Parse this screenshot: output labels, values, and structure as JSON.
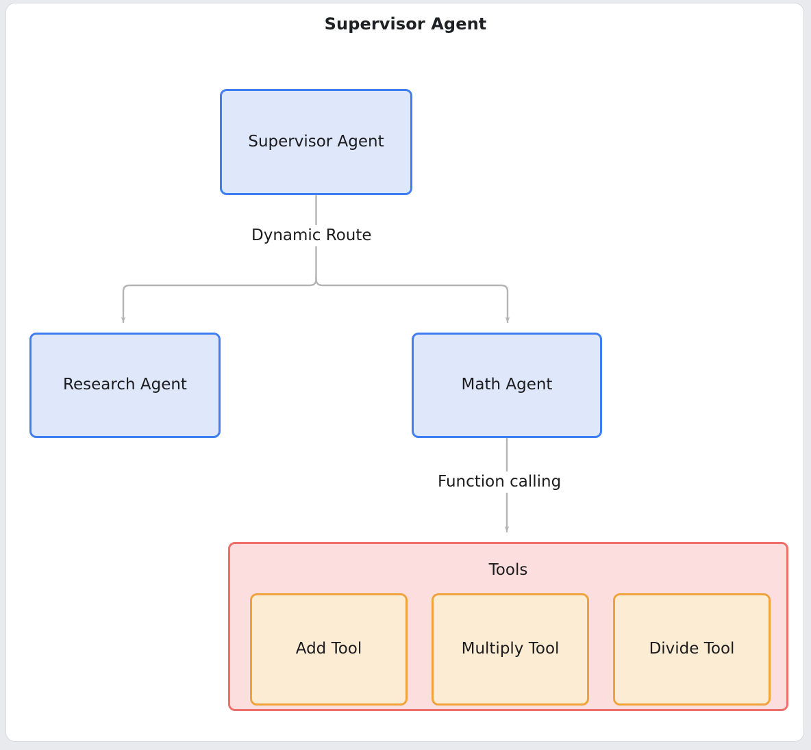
{
  "diagram": {
    "title": "Supervisor Agent",
    "type": "flowchart",
    "colors": {
      "page_background": "#e9eaee",
      "frame_background": "#ffffff",
      "frame_border": "#d7d9de",
      "agent_fill": "#dfe7fb",
      "agent_border": "#3e7ef0",
      "cluster_fill": "#fbdedd",
      "cluster_border": "#ef6f6a",
      "tool_fill": "#fdecd4",
      "tool_border": "#f0a33c",
      "edge_stroke": "#b4b4b4",
      "text": "#1c1c1e"
    },
    "nodes": {
      "supervisor": {
        "label": "Supervisor Agent"
      },
      "research": {
        "label": "Research Agent"
      },
      "math": {
        "label": "Math Agent"
      }
    },
    "cluster": {
      "title": "Tools",
      "tools": [
        {
          "label": "Add Tool"
        },
        {
          "label": "Multiply Tool"
        },
        {
          "label": "Divide Tool"
        }
      ]
    },
    "edges": [
      {
        "from": "supervisor",
        "to": "research",
        "label": "Dynamic Route"
      },
      {
        "from": "supervisor",
        "to": "math",
        "label": "Dynamic Route"
      },
      {
        "from": "math",
        "to": "tools",
        "label": "Function calling"
      }
    ],
    "edge_labels": {
      "dynamic_route": "Dynamic Route",
      "function_calling": "Function calling"
    }
  }
}
